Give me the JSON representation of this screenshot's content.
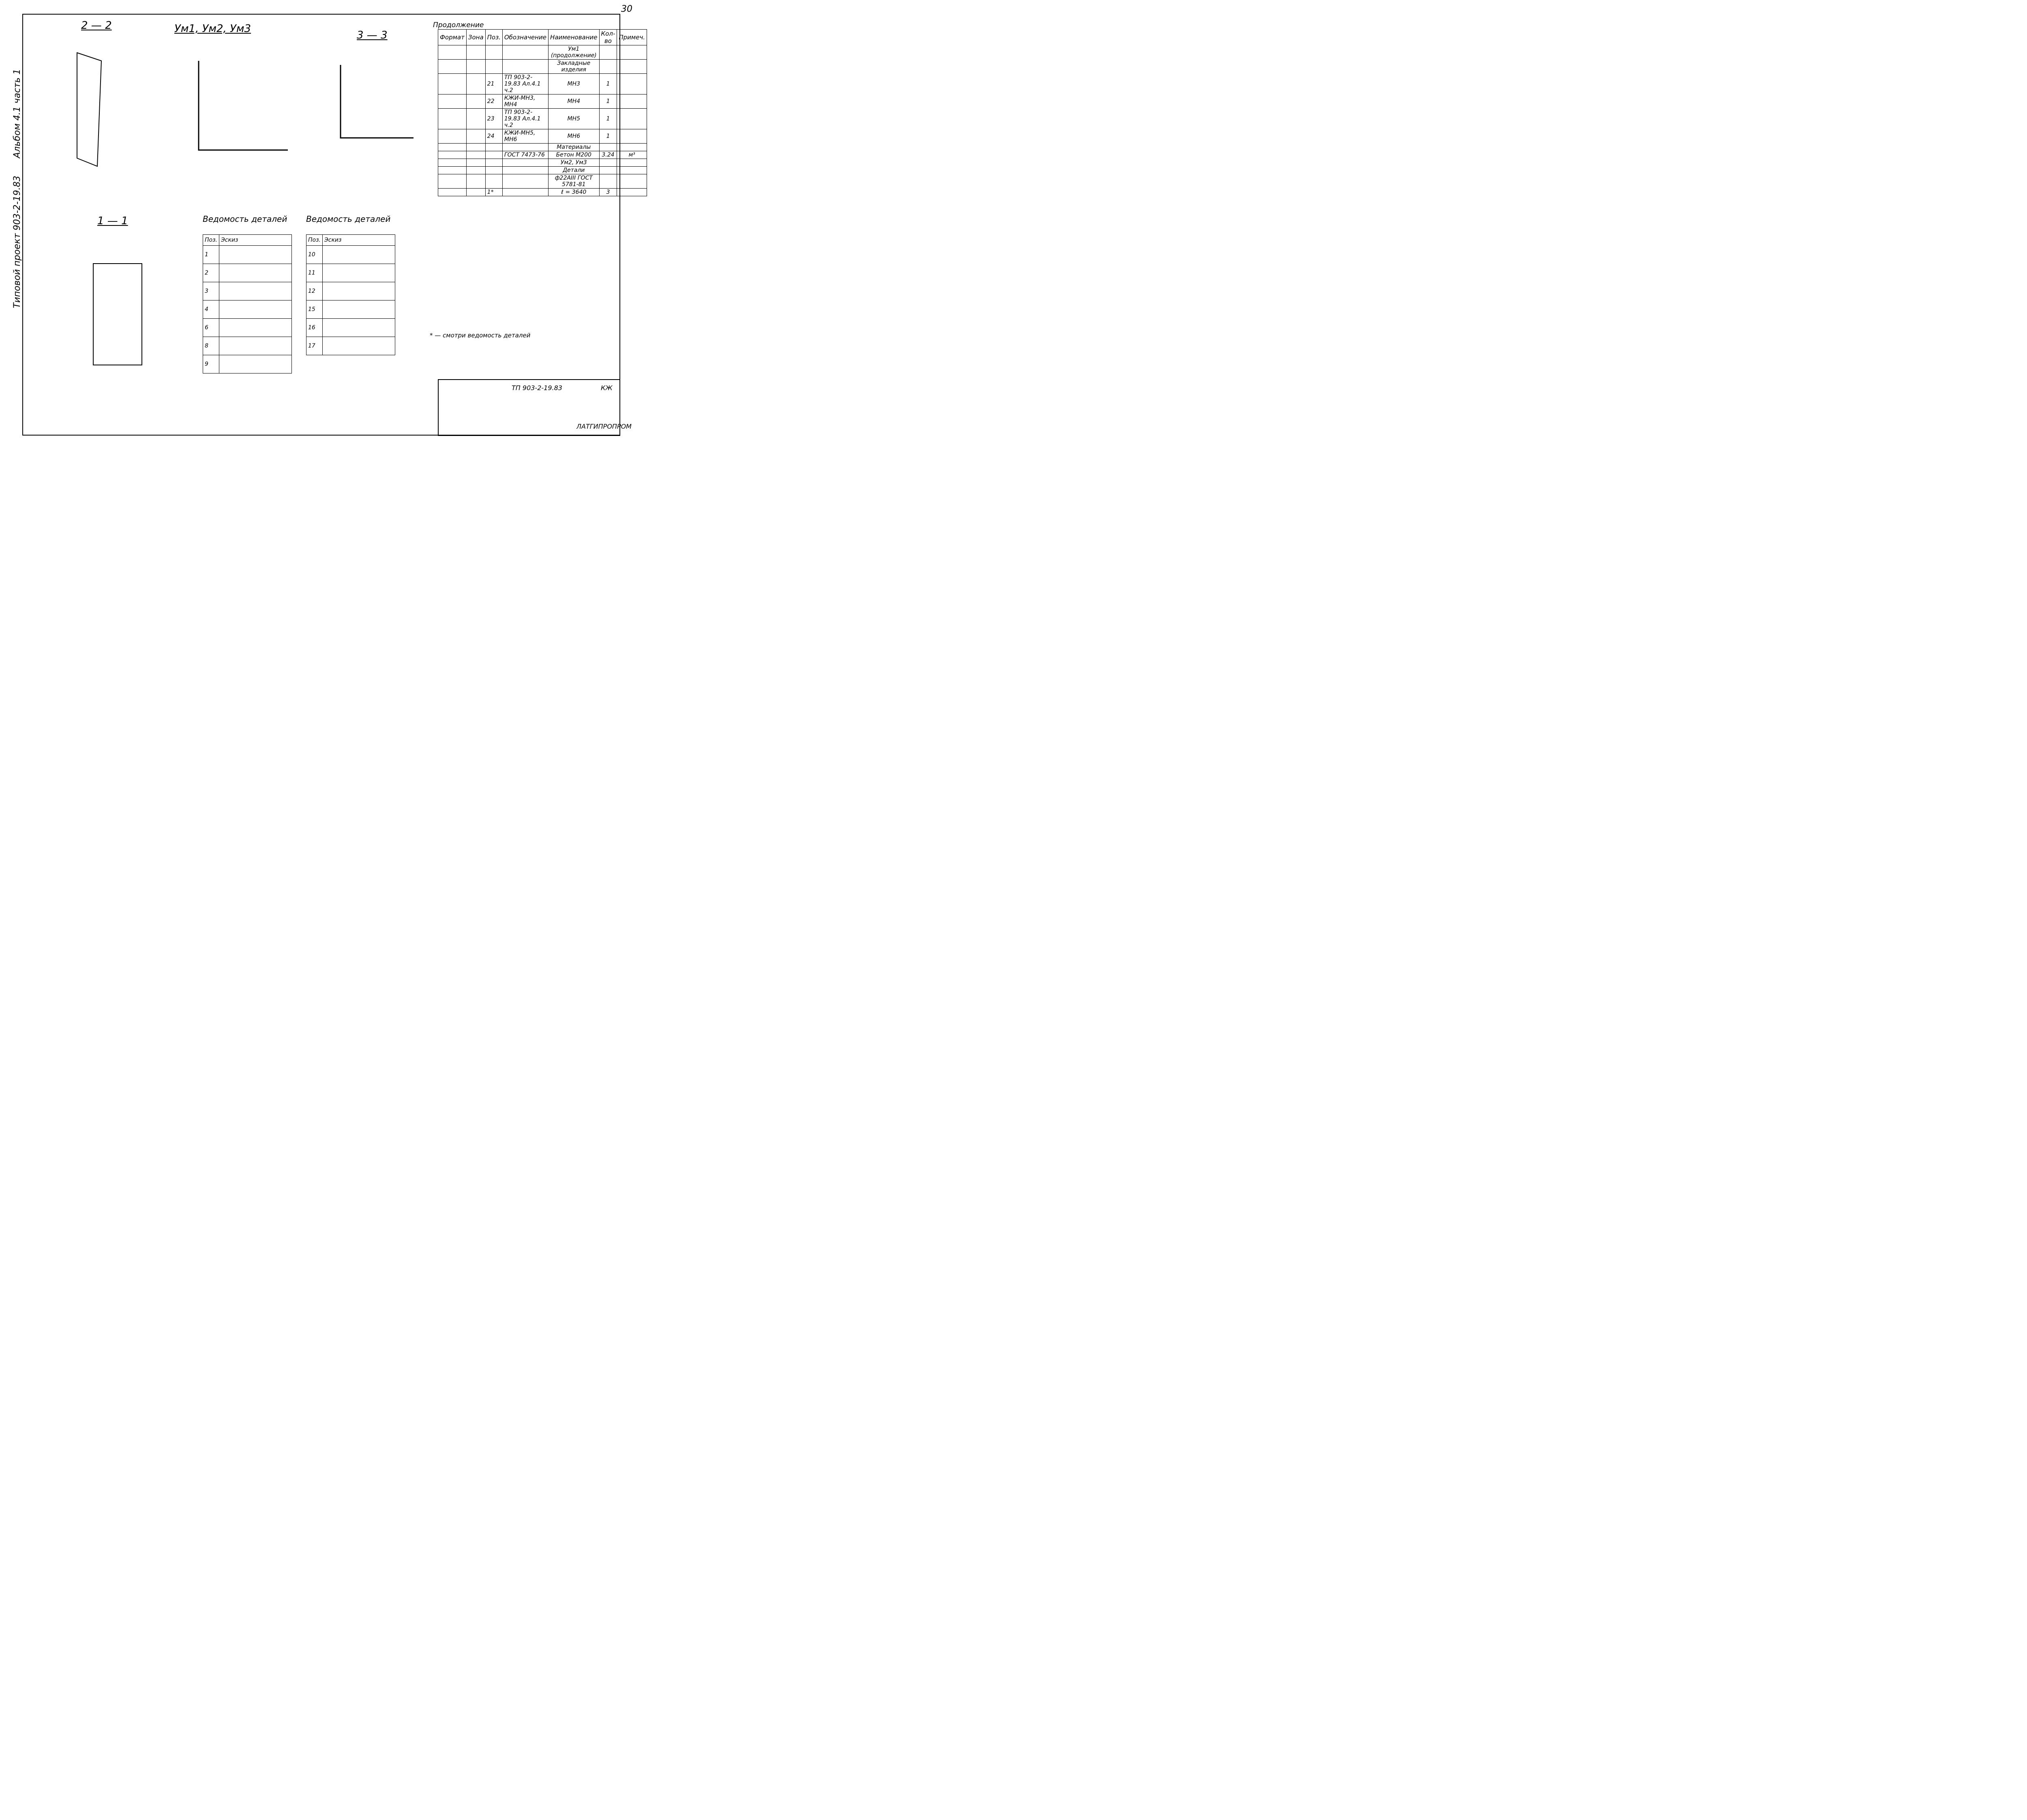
{
  "sheet_number": "30",
  "side_labels": [
    "Альбом 4.1 часть 1",
    "Типовой проект 903-2-19.83"
  ],
  "section_titles": [
    "2 — 2",
    "Ум1, Ум2, Ум3",
    "3 — 3",
    "1 — 1"
  ],
  "continuation_label": "Продолжение",
  "spec_headers": [
    "Формат",
    "Зона",
    "Поз.",
    "Обозначение",
    "Наименование",
    "Кол-во",
    "Примеч."
  ],
  "spec_rows": [
    {
      "pos": "",
      "designation": "",
      "name": "Ум1 (продолжение)",
      "qty": "",
      "note": ""
    },
    {
      "pos": "",
      "designation": "",
      "name": "Закладные изделия",
      "qty": "",
      "note": ""
    },
    {
      "pos": "21",
      "designation": "ТП 903-2-19.83 Ал.4.1 ч.2",
      "name": "МН3",
      "qty": "1",
      "note": ""
    },
    {
      "pos": "22",
      "designation": "КЖИ-МН3, МН4",
      "name": "МН4",
      "qty": "1",
      "note": ""
    },
    {
      "pos": "23",
      "designation": "ТП 903-2-19.83 Ал.4.1 ч.2",
      "name": "МН5",
      "qty": "1",
      "note": ""
    },
    {
      "pos": "24",
      "designation": "КЖИ-МН5, МН6",
      "name": "МН6",
      "qty": "1",
      "note": ""
    },
    {
      "pos": "",
      "designation": "",
      "name": "Материалы",
      "qty": "",
      "note": ""
    },
    {
      "pos": "",
      "designation": "ГОСТ 7473-76",
      "name": "Бетон М200",
      "qty": "3.24",
      "note": "м³"
    },
    {
      "pos": "",
      "designation": "",
      "name": "Ум2, Ум3",
      "qty": "",
      "note": ""
    },
    {
      "pos": "",
      "designation": "",
      "name": "Детали",
      "qty": "",
      "note": ""
    },
    {
      "pos": "",
      "designation": "",
      "name": "ф22АIII ГОСТ 5781-81",
      "qty": "",
      "note": ""
    },
    {
      "pos": "1*",
      "designation": "",
      "name": "ℓ = 3640",
      "qty": "3",
      "note": ""
    }
  ],
  "schedule_title": "Ведомость деталей",
  "schedule_headers": [
    "Поз.",
    "Эскиз"
  ],
  "schedule_left_positions": [
    "1",
    "2",
    "3",
    "4",
    "6",
    "8",
    "9"
  ],
  "schedule_right_positions": [
    "10",
    "11",
    "12",
    "15",
    "16",
    "17"
  ],
  "footnote": "* — смотри ведомость деталей",
  "title_block": {
    "code": "ТП 903-2-19.83",
    "stage": "КЖ",
    "org": "ЛАТГИПРОПРОМ"
  }
}
